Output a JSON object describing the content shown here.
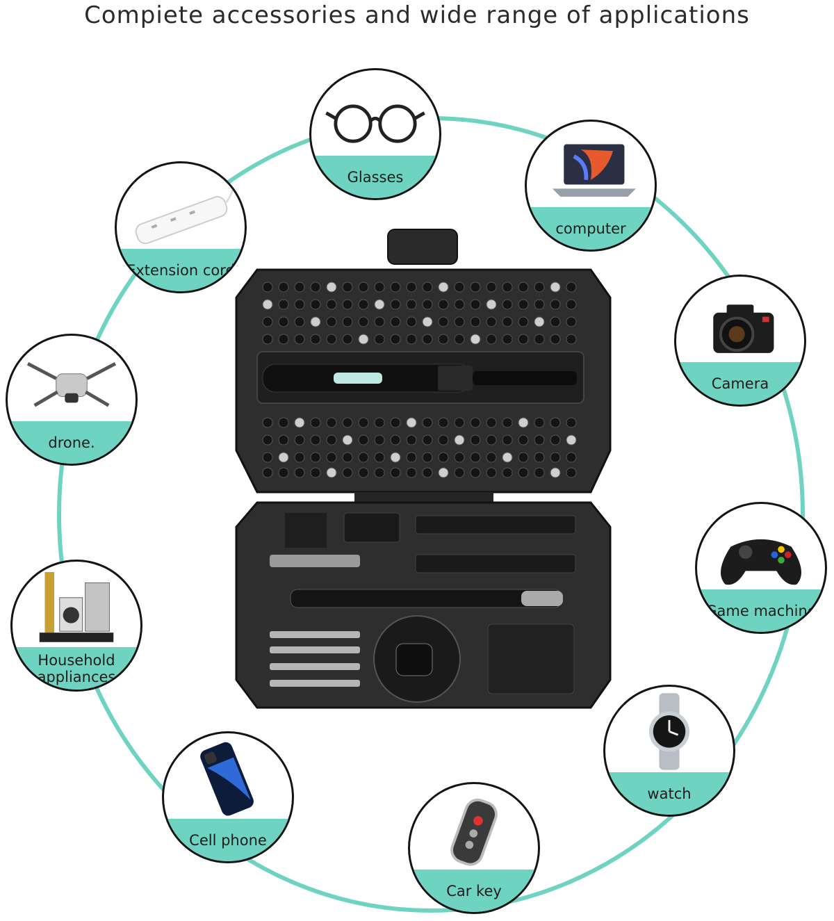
{
  "title": "Compiete accessories and wide range of applications",
  "colors": {
    "accent": "#6fd3c1",
    "outline": "#141414",
    "case": "#2e2e2e"
  },
  "applications": [
    {
      "label": "Glasses",
      "icon": "glasses-icon"
    },
    {
      "label": "computer",
      "icon": "laptop-icon"
    },
    {
      "label": "Camera",
      "icon": "camera-icon"
    },
    {
      "label": "Game machine",
      "icon": "gamepad-icon"
    },
    {
      "label": "watch",
      "icon": "watch-icon"
    },
    {
      "label": "Car key",
      "icon": "car-key-icon"
    },
    {
      "label": "Cell phone",
      "icon": "phone-icon"
    },
    {
      "label": "Household appliances",
      "icon": "appliances-icon"
    },
    {
      "label": "drone.",
      "icon": "drone-icon"
    },
    {
      "label": "Extension cord",
      "icon": "power-strip-icon"
    }
  ]
}
